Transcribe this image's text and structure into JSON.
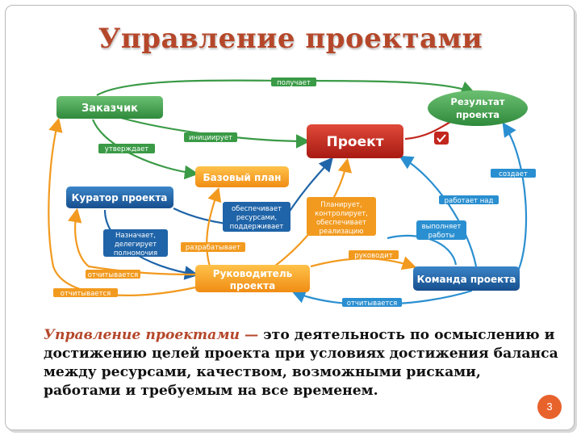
{
  "title": "Управление проектами",
  "nodes": {
    "customer": "Заказчик",
    "result": [
      "Результат",
      "проекта"
    ],
    "project": "Проект",
    "baseline": "Базовый план",
    "curator": "Куратор проекта",
    "manager": [
      "Руководитель",
      "проекта"
    ],
    "team": "Команда проекта"
  },
  "labels": {
    "receives": "получает",
    "initiates": "инициирует",
    "approves": "утверждает",
    "provides": [
      "обеспечивает",
      "ресурсами,",
      "поддерживает"
    ],
    "plans": [
      "Планирует,",
      "контролирует,",
      "обеспечивает",
      "реализацию"
    ],
    "creates": "создает",
    "works_on": "работает над",
    "performs": [
      "выполняет",
      "работы"
    ],
    "appoints": [
      "Назначает,",
      "делегирует",
      "полномочия"
    ],
    "develops": "разрабатывает",
    "manages": "руководит",
    "reports1": "отчитывается",
    "reports2": "отчитывается",
    "reports3": "отчитывается"
  },
  "definition": {
    "term": "Управление проектами —",
    "text": " это деятельность по осмыслению и достижению целей проекта при условиях достижения баланса между ресурсами, качеством, возможными рисками, работами и требуемым на все временем."
  },
  "page_number": "3",
  "colors": {
    "title": "#b5472a",
    "green": "#3a9a46",
    "red": "#c2261c",
    "orange": "#f29a1f",
    "blue": "#1f64a8",
    "teal": "#2a8fd0"
  }
}
